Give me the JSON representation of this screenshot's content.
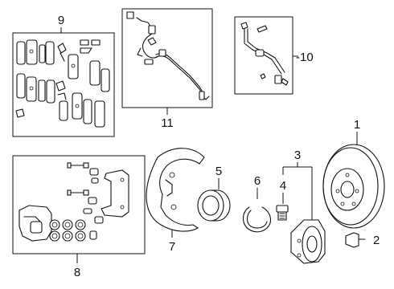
{
  "callouts": {
    "c1": "1",
    "c2": "2",
    "c3": "3",
    "c4": "4",
    "c5": "5",
    "c6": "6",
    "c7": "7",
    "c8": "8",
    "c9": "9",
    "c10": "-10",
    "c11": "11"
  }
}
